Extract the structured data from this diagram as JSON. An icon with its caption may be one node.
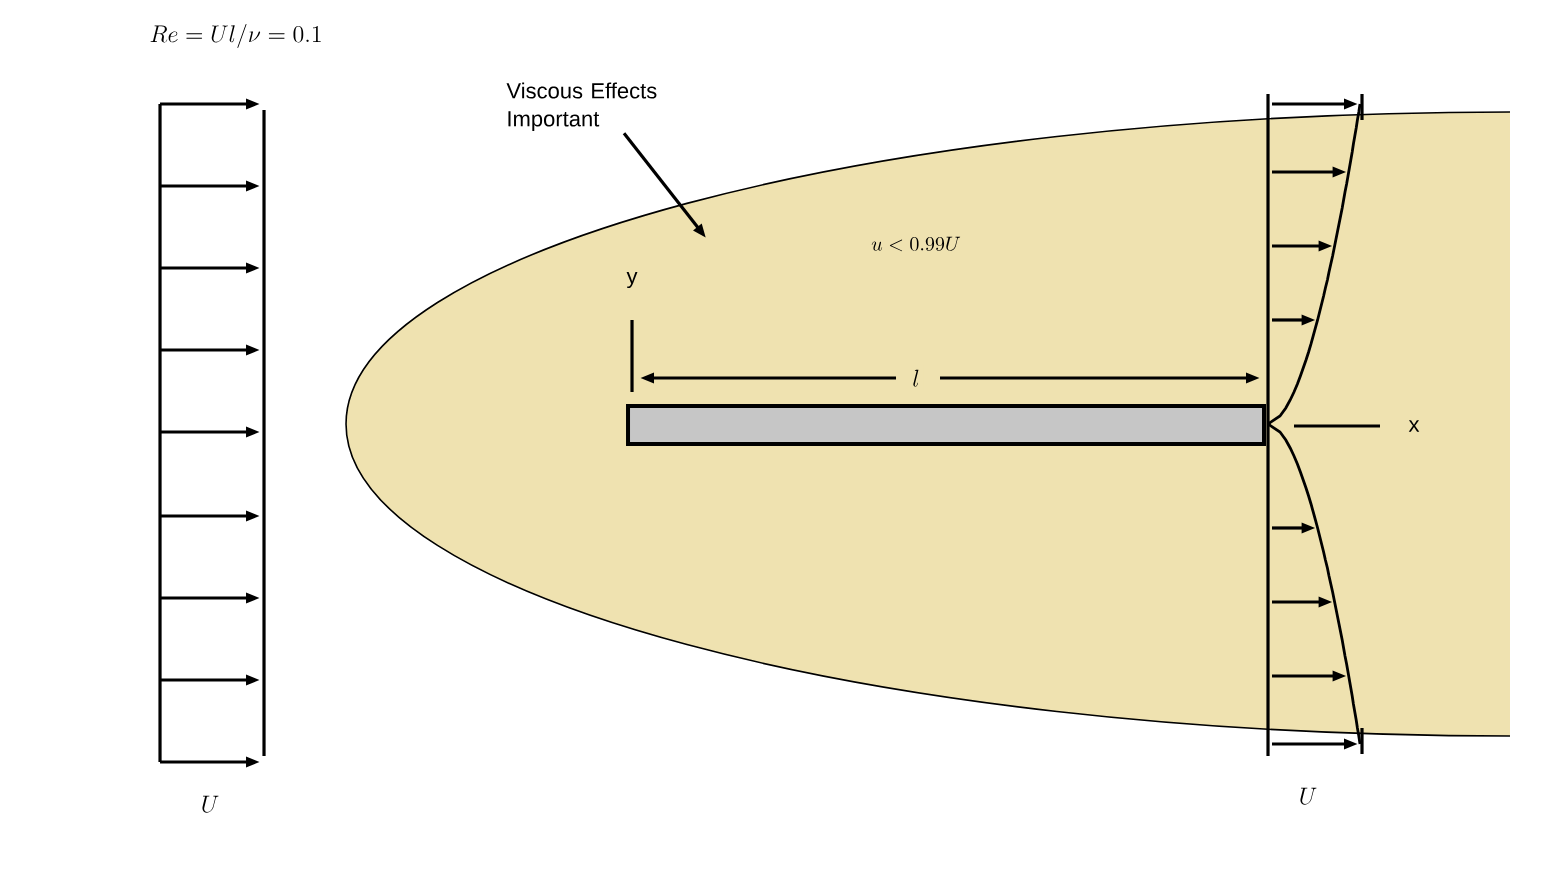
{
  "diagram": {
    "nodes": [
      {
        "text": [
          "Viscous Effects Important"
        ]
      },
      {
        "text": [
          "u < 0.99U"
        ]
      },
      {
        "text": [],
        "shape": "bar",
        "in": 1
      }
    ],
    "edges": [
      {
        "from": 0,
        "to": 1,
        "arrow": "to"
      }
    ],
    "labels": [
      "Re = Ul/\\nu = 0.1",
      "y",
      "l",
      "x",
      "U",
      "U"
    ]
  }
}
